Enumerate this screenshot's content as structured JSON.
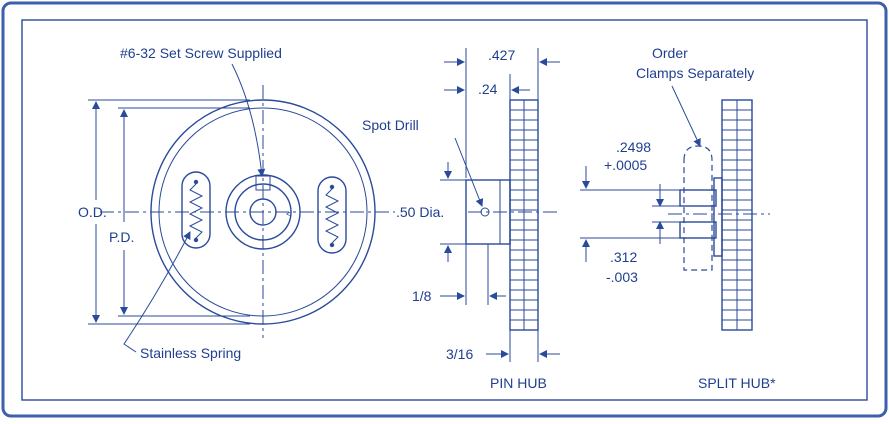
{
  "labels": {
    "set_screw": "#6-32 Set Screw Supplied",
    "od": "O.D.",
    "pd": "P.D.",
    "stainless_spring": "Stainless Spring",
    "spot_drill": "Spot Drill",
    "dim_427": ".427",
    "dim_24": ".24",
    "dia_50": ".50 Dia.",
    "dim_1_8": "1/8",
    "dim_3_16": "3/16",
    "pin_hub": "PIN HUB",
    "order_line1": "Order",
    "order_line2": "Clamps Separately",
    "dim_2498": ".2498",
    "dim_0005": "+.0005",
    "dim_312": ".312",
    "dim_003": "-.003",
    "split_hub": "SPLIT HUB*"
  },
  "colors": {
    "ink": "#2a4a9a",
    "text": "#1f3f8f",
    "border": "#3d5fae",
    "background": "#ffffff"
  }
}
